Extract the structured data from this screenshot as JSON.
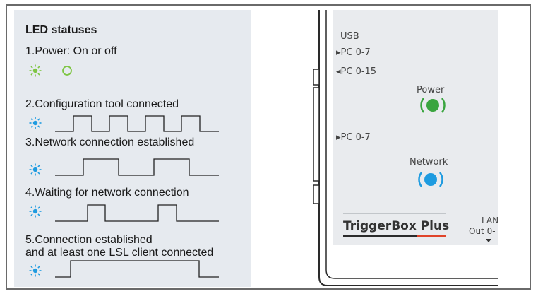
{
  "legend": {
    "title": "LED statuses",
    "items": [
      {
        "label": "1.Power: On or off",
        "led_color": "#7dc542",
        "pattern": "power"
      },
      {
        "label": "2.Configuration tool connected",
        "led_color": "#1e9be0",
        "pattern": "fast-blink"
      },
      {
        "label": "3.Network connection established",
        "led_color": "#1e9be0",
        "pattern": "slow-blink"
      },
      {
        "label": "4.Waiting for network connection",
        "led_color": "#1e9be0",
        "pattern": "short-pulse"
      },
      {
        "label_line1": "5.Connection established",
        "label_line2": "and at least one LSL client connected",
        "led_color": "#1e9be0",
        "pattern": "long-on"
      }
    ]
  },
  "device": {
    "usb_label": "USB",
    "port_out": "▸PC 0-7",
    "port_in": "◂PC 0-15",
    "power_label": "Power",
    "port_out_2": "▸PC 0-7",
    "network_label": "Network",
    "brand": "TriggerBox Plus",
    "lan_label": "LAN",
    "out_label": "Out 0-",
    "power_led_color": "#3aa53f",
    "network_led_color": "#1e9be0",
    "brand_underline_left": "#2b2b2b",
    "brand_underline_right": "#e0442a"
  }
}
